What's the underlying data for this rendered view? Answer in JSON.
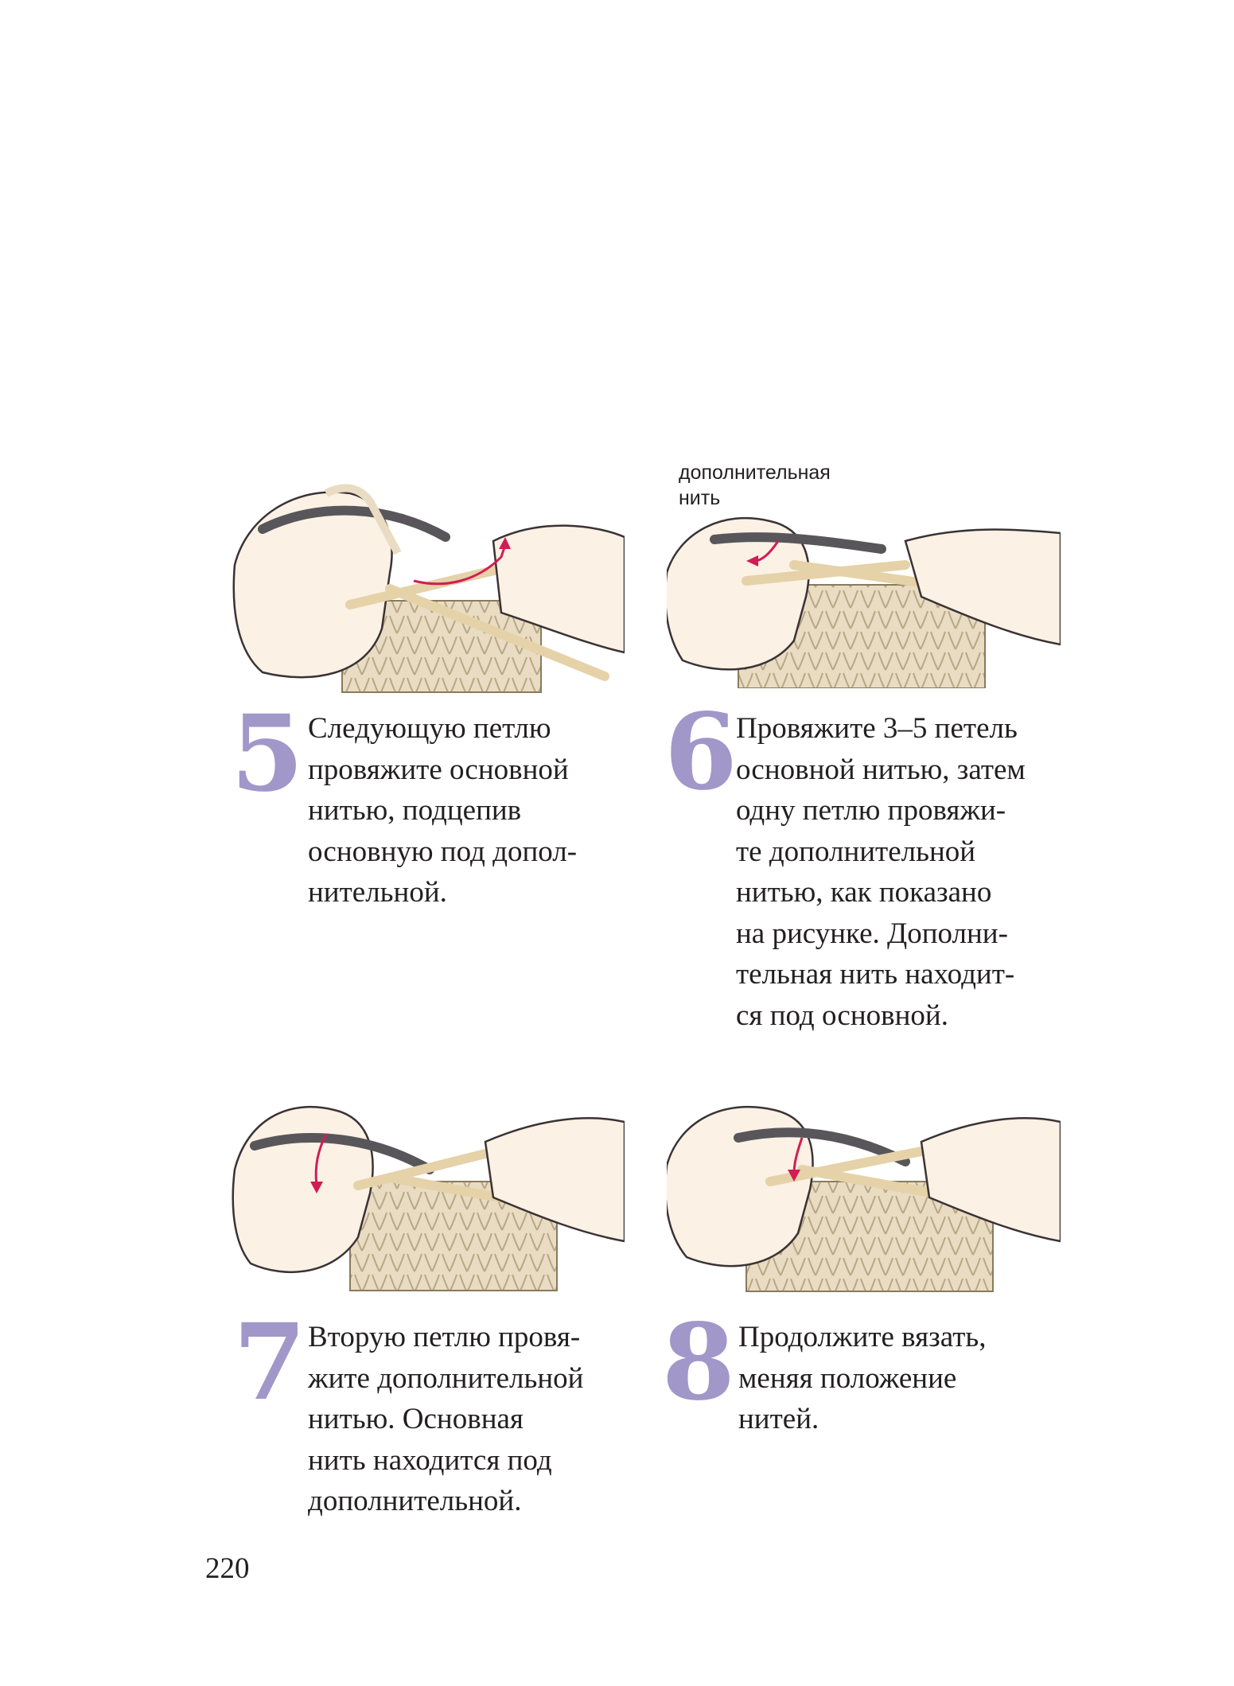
{
  "colors": {
    "step_number": "#a197c9",
    "text": "#231f20",
    "yarn_main": "#e9dcc2",
    "yarn_contrast": "#58565a",
    "hand": "#fbf1e4",
    "arrow": "#d21c56"
  },
  "steps": [
    {
      "number": "5",
      "text": "Следующую петлю\nпровяжите основной\nнитью, подцепив\nосновную под допол-\nнительной.",
      "icon": "knitting-step-5-illustration"
    },
    {
      "number": "6",
      "text": "Провяжите 3–5 петель\nосновной нитью, затем\nодну петлю провяжи-\nте дополнительной\nнитью, как показано\nна рисунке. Дополни-\nтельная нить находит-\nся под основной.",
      "callout": "дополнительная\nнить",
      "icon": "knitting-step-6-illustration"
    },
    {
      "number": "7",
      "text": "Вторую петлю провя-\nжите дополнительной\nнитью. Основная\nнить находится под\nдополнительной.",
      "icon": "knitting-step-7-illustration"
    },
    {
      "number": "8",
      "text": "Продолжите вязать,\nменяя положение\nнитей.",
      "icon": "knitting-step-8-illustration"
    }
  ],
  "page_number": "220"
}
